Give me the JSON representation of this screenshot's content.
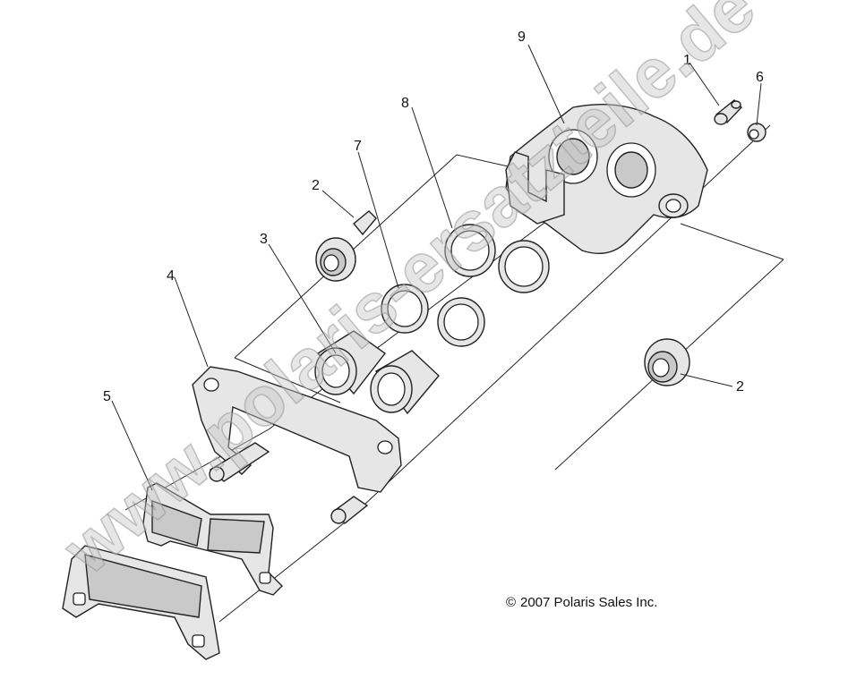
{
  "callouts": {
    "c1": "1",
    "c2a": "2",
    "c2b": "2",
    "c3": "3",
    "c4": "4",
    "c5": "5",
    "c6": "6",
    "c7": "7",
    "c8": "8",
    "c9": "9"
  },
  "copyright": "2007 Polaris Sales Inc.",
  "copyright_symbol": "©",
  "watermark": "www.polaris-ersatzteile.de"
}
